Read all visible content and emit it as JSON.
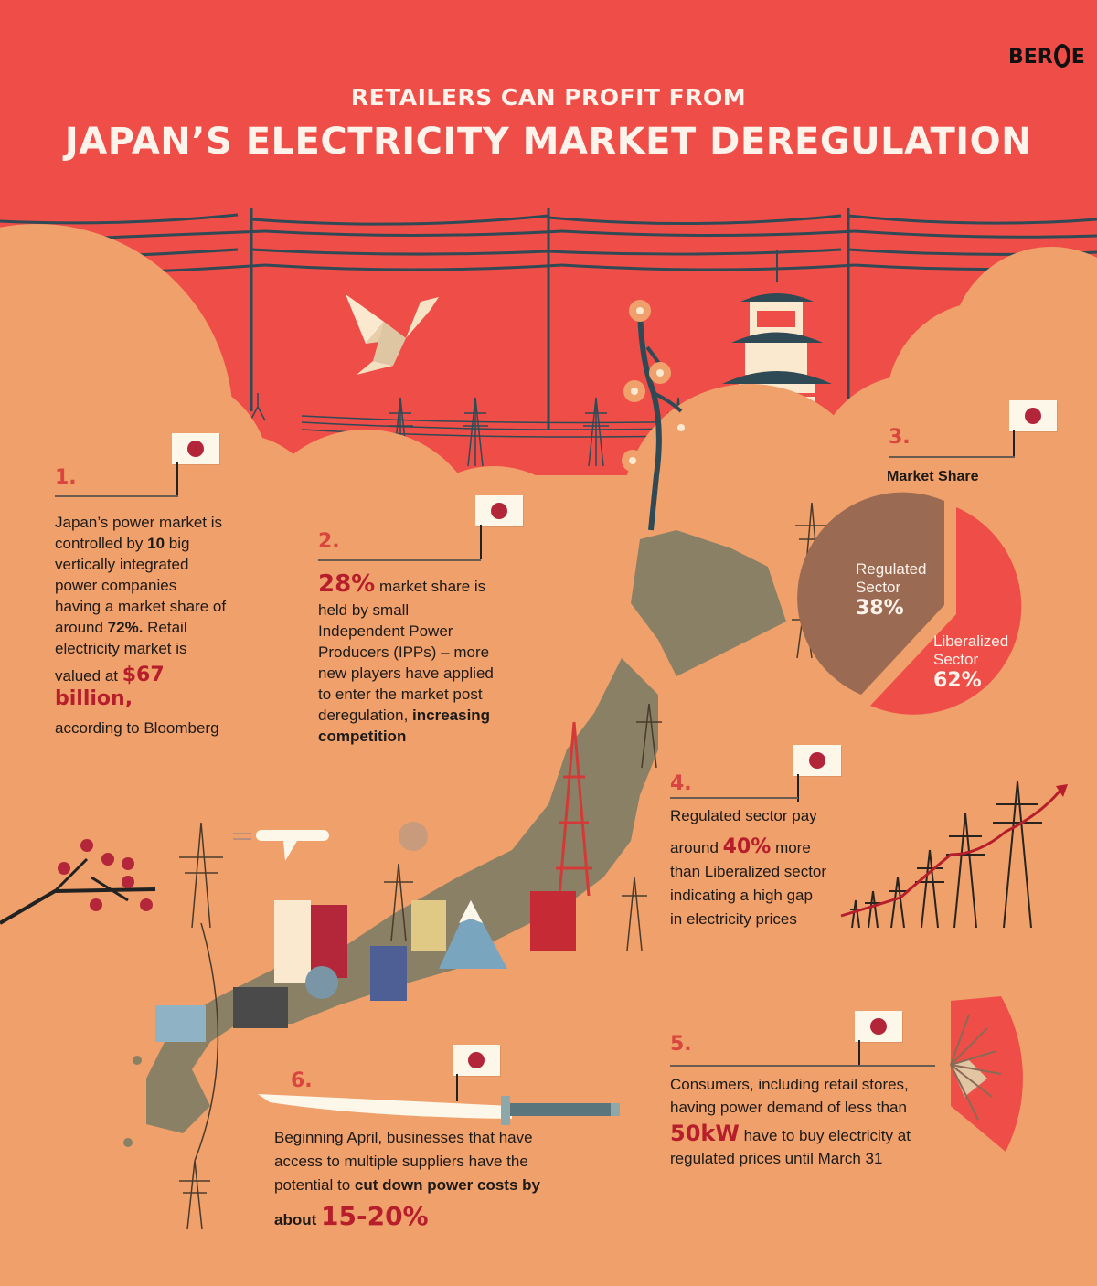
{
  "header": {
    "brand": {
      "prefix": "BER",
      "suffix": "E"
    },
    "subtitle": "RETAILERS CAN PROFIT FROM",
    "title": "JAPAN’S ELECTRICITY MARKET DEREGULATION"
  },
  "colors": {
    "sky_red": "#ef4d48",
    "cloud_orange": "#f0a06a",
    "accent_red": "#b61e2c",
    "number_red": "#d9463f",
    "regulated_brown": "#9a6a52",
    "liberalized_red": "#ef4d48",
    "wire_slate": "#2f4a55"
  },
  "points": [
    {
      "number": "1.",
      "lines": [
        "Japan’s power market is",
        "controlled by ",
        "10",
        " big",
        "vertically integrated",
        "power companies",
        "having a market share of",
        "around ",
        "72%.",
        "  Retail",
        "electricity market is",
        "valued at "
      ],
      "highlight": "$67",
      "highlight2": "billion,",
      "tail": "according to Bloomberg"
    },
    {
      "number": "2.",
      "highlight": "28%",
      "lead": " market share is",
      "body": [
        "held by small",
        "Independent Power",
        "Producers (IPPs) – more",
        "new players have applied",
        "to enter the market post",
        "deregulation, "
      ],
      "bold": "increasing",
      "bold2": "competition"
    },
    {
      "number": "3.",
      "heading": "Market Share"
    },
    {
      "number": "4.",
      "line1": "Regulated sector pay",
      "pre": "around ",
      "highlight": "40%",
      "post": " more",
      "rest": [
        "than Liberalized sector",
        "indicating a high gap",
        "in electricity prices"
      ]
    },
    {
      "number": "5.",
      "lines": [
        "Consumers, including retail stores,",
        "having power demand of less than"
      ],
      "highlight": "50kW",
      "post": " have to buy electricity at",
      "last": "regulated prices until March 31"
    },
    {
      "number": "6.",
      "lines": [
        "Beginning April, businesses that have",
        "access to multiple suppliers have the"
      ],
      "pre": "potential to ",
      "bold": "cut down power costs by",
      "about": "about ",
      "highlight": "15-20%"
    }
  ],
  "chart_data": {
    "type": "pie",
    "title": "Market Share",
    "categories": [
      "Regulated Sector",
      "Liberalized Sector"
    ],
    "values": [
      38,
      62
    ],
    "colors": [
      "#9a6a52",
      "#ef4d48"
    ],
    "labels": [
      {
        "name": "Regulated",
        "name2": "Sector",
        "pct": "38%"
      },
      {
        "name": "Liberalized",
        "name2": "Sector",
        "pct": "62%"
      }
    ]
  }
}
